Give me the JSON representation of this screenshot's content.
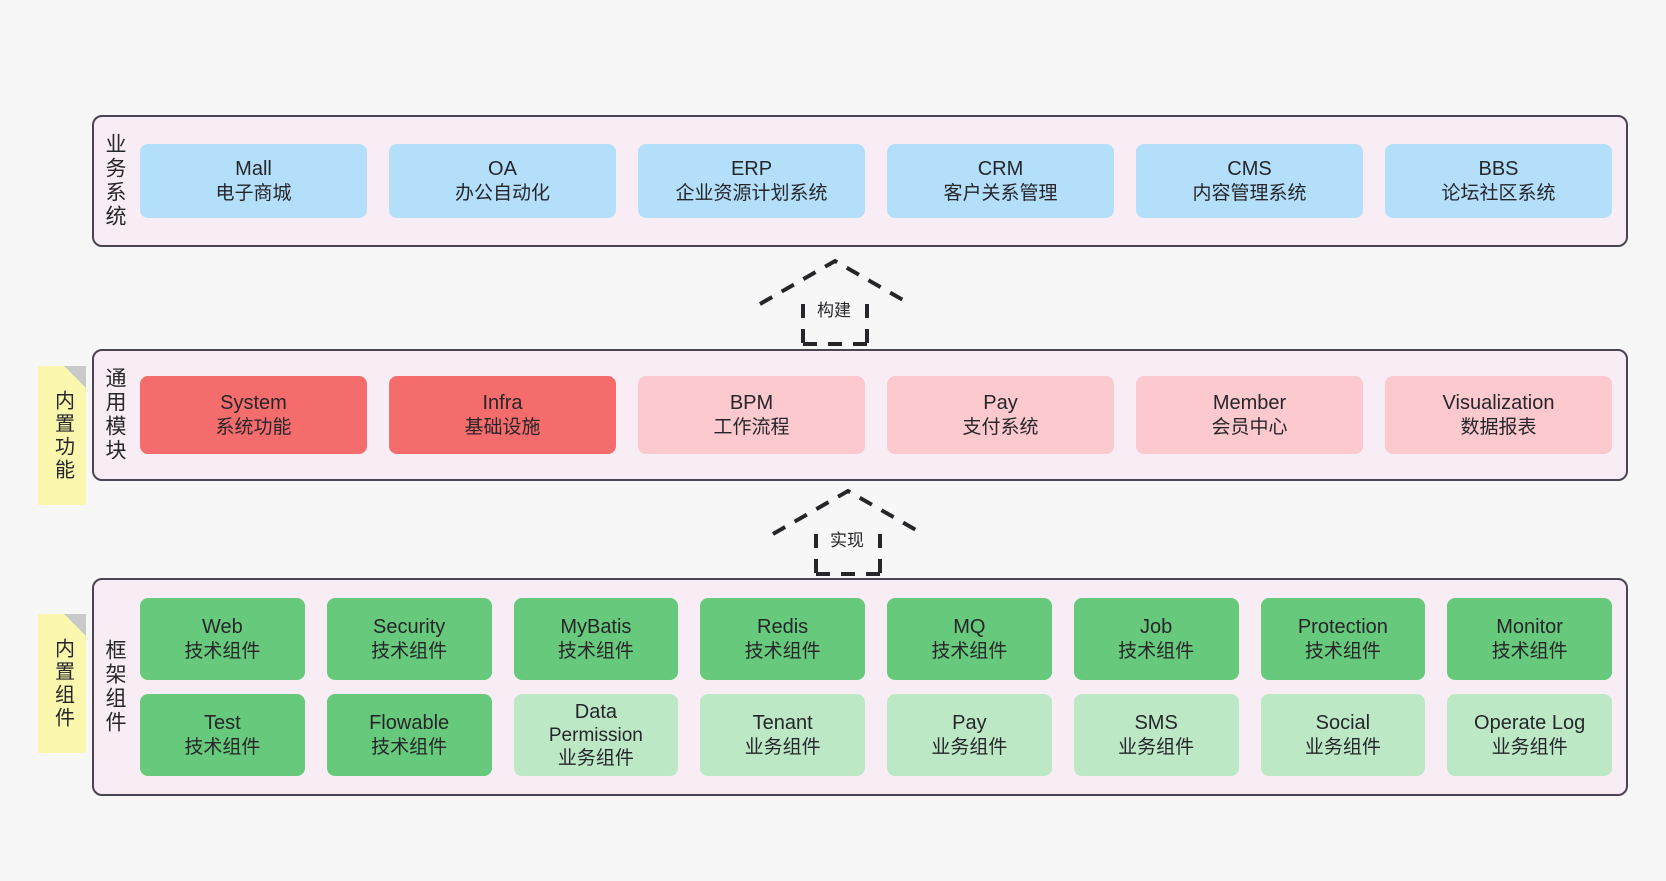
{
  "diagram": {
    "title": "",
    "colors": {
      "canvas_bg": "#F7F7F7",
      "layer_bg": "#F9EDF5",
      "layer_border": "#4A4453",
      "business_box": "#B3DFFA",
      "module_core": "#F56C6C",
      "module_plain": "#FBC9CE",
      "framework_tech": "#67C97C",
      "framework_biz": "#BCE8C6",
      "note_bg": "#FCF7AE",
      "note_fold": "#C9C9C9",
      "text": "#26262A"
    }
  },
  "notes": [
    {
      "name": "note-builtin-function",
      "label": "内置功能"
    },
    {
      "name": "note-builtin-component",
      "label": "内置组件"
    }
  ],
  "arrows": [
    {
      "name": "arrow-build",
      "label": "构建",
      "style": "dashed-generalization",
      "direction": "up"
    },
    {
      "name": "arrow-implement",
      "label": "实现",
      "style": "dashed-generalization",
      "direction": "up"
    }
  ],
  "layers": [
    {
      "id": "business",
      "title": "业务系统",
      "rows": [
        {
          "cells": [
            {
              "t1": "Mall",
              "t2": "电子商城"
            },
            {
              "t1": "OA",
              "t2": "办公自动化"
            },
            {
              "t1": "ERP",
              "t2": "企业资源计划系统"
            },
            {
              "t1": "CRM",
              "t2": "客户关系管理"
            },
            {
              "t1": "CMS",
              "t2": "内容管理系统"
            },
            {
              "t1": "BBS",
              "t2": "论坛社区系统"
            }
          ]
        }
      ]
    },
    {
      "id": "module",
      "title": "通用模块",
      "rows": [
        {
          "cells": [
            {
              "t1": "System",
              "t2": "系统功能",
              "variant": "core"
            },
            {
              "t1": "Infra",
              "t2": "基础设施",
              "variant": "core"
            },
            {
              "t1": "BPM",
              "t2": "工作流程",
              "variant": "plain"
            },
            {
              "t1": "Pay",
              "t2": "支付系统",
              "variant": "plain"
            },
            {
              "t1": "Member",
              "t2": "会员中心",
              "variant": "plain"
            },
            {
              "t1": "Visualization",
              "t2": "数据报表",
              "variant": "plain"
            }
          ]
        }
      ]
    },
    {
      "id": "framework",
      "title": "框架组件",
      "rows": [
        {
          "cells": [
            {
              "t1": "Web",
              "t2": "技术组件",
              "variant": "tech"
            },
            {
              "t1": "Security",
              "t2": "技术组件",
              "variant": "tech"
            },
            {
              "t1": "MyBatis",
              "t2": "技术组件",
              "variant": "tech"
            },
            {
              "t1": "Redis",
              "t2": "技术组件",
              "variant": "tech"
            },
            {
              "t1": "MQ",
              "t2": "技术组件",
              "variant": "tech"
            },
            {
              "t1": "Job",
              "t2": "技术组件",
              "variant": "tech"
            },
            {
              "t1": "Protection",
              "t2": "技术组件",
              "variant": "tech"
            },
            {
              "t1": "Monitor",
              "t2": "技术组件",
              "variant": "tech"
            }
          ]
        },
        {
          "cells": [
            {
              "t1": "Test",
              "t2": "技术组件",
              "variant": "tech"
            },
            {
              "t1": "Flowable",
              "t2": "技术组件",
              "variant": "tech"
            },
            {
              "t1": "Data",
              "t2": "Permission",
              "t3": "业务组件",
              "variant": "biz"
            },
            {
              "t1": "Tenant",
              "t2": "业务组件",
              "variant": "biz"
            },
            {
              "t1": "Pay",
              "t2": "业务组件",
              "variant": "biz"
            },
            {
              "t1": "SMS",
              "t2": "业务组件",
              "variant": "biz"
            },
            {
              "t1": "Social",
              "t2": "业务组件",
              "variant": "biz"
            },
            {
              "t1": "Operate Log",
              "t2": "业务组件",
              "variant": "biz"
            }
          ]
        }
      ]
    }
  ]
}
